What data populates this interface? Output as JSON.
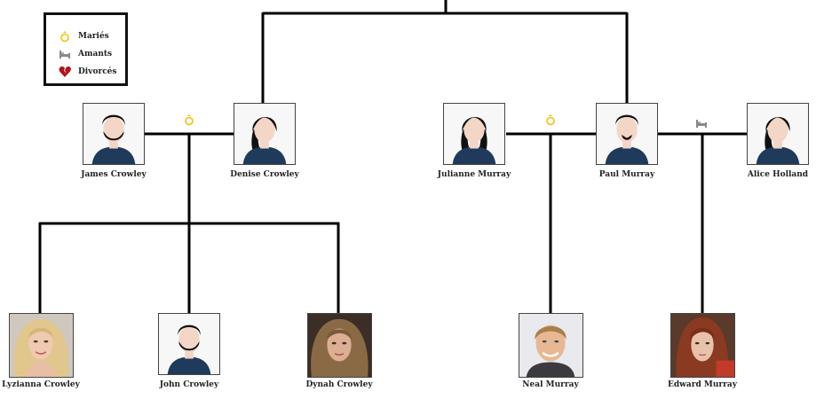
{
  "legend": {
    "married_label": "Mariés",
    "lovers_label": "Amants",
    "divorced_label": "Divorcés"
  },
  "people": {
    "james": {
      "name": "James Crowley",
      "gender": "male",
      "avatar": "silhouette-male"
    },
    "denise": {
      "name": "Denise Crowley",
      "gender": "female",
      "avatar": "silhouette-female"
    },
    "julianne": {
      "name": "Julianne Murray",
      "gender": "female",
      "avatar": "silhouette-female"
    },
    "paul": {
      "name": "Paul Murray",
      "gender": "male",
      "avatar": "silhouette-male"
    },
    "alice": {
      "name": "Alice Holland",
      "gender": "female",
      "avatar": "silhouette-female"
    },
    "lyzianna": {
      "name": "Lyzianna Crowley",
      "gender": "female",
      "avatar": "photo-blonde"
    },
    "john": {
      "name": "John Crowley",
      "gender": "male",
      "avatar": "silhouette-male"
    },
    "dynah": {
      "name": "Dynah Crowley",
      "gender": "female",
      "avatar": "photo-brunette"
    },
    "neal": {
      "name": "Neal Murray",
      "gender": "male",
      "avatar": "photo-blond-man"
    },
    "edward": {
      "name": "Edward Murray",
      "gender": "male",
      "avatar": "photo-redhair"
    }
  },
  "relations": [
    {
      "between": [
        "james",
        "denise"
      ],
      "type": "married",
      "icon": "ring-icon"
    },
    {
      "between": [
        "julianne",
        "paul"
      ],
      "type": "married",
      "icon": "ring-icon"
    },
    {
      "between": [
        "paul",
        "alice"
      ],
      "type": "lovers",
      "icon": "bed-icon"
    }
  ],
  "colors": {
    "line": "#000000",
    "ring": "#f2c200",
    "bed": "#888888",
    "broken_heart": "#b5121b",
    "shirt": "#1f3a5a",
    "hair": "#111111",
    "skin": "#f3d6c6"
  }
}
